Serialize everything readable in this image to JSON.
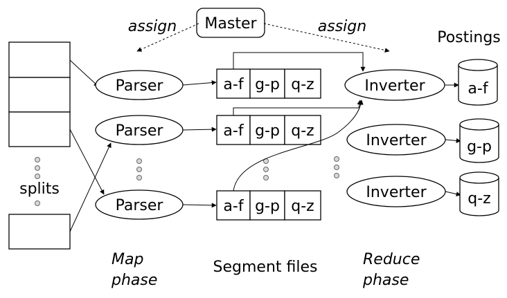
{
  "master": "Master",
  "assign_left": "assign",
  "assign_right": "assign",
  "postings_title": "Postings",
  "splits_label": "splits",
  "parser_label": "Parser",
  "inverter_label": "Inverter",
  "segment_labels": [
    "a-f",
    "g-p",
    "q-z"
  ],
  "postings_labels": [
    "a-f",
    "g-p",
    "q-z"
  ],
  "map_phase": [
    "Map",
    "phase"
  ],
  "segment_files": "Segment files",
  "reduce_phase": [
    "Reduce",
    "phase"
  ]
}
